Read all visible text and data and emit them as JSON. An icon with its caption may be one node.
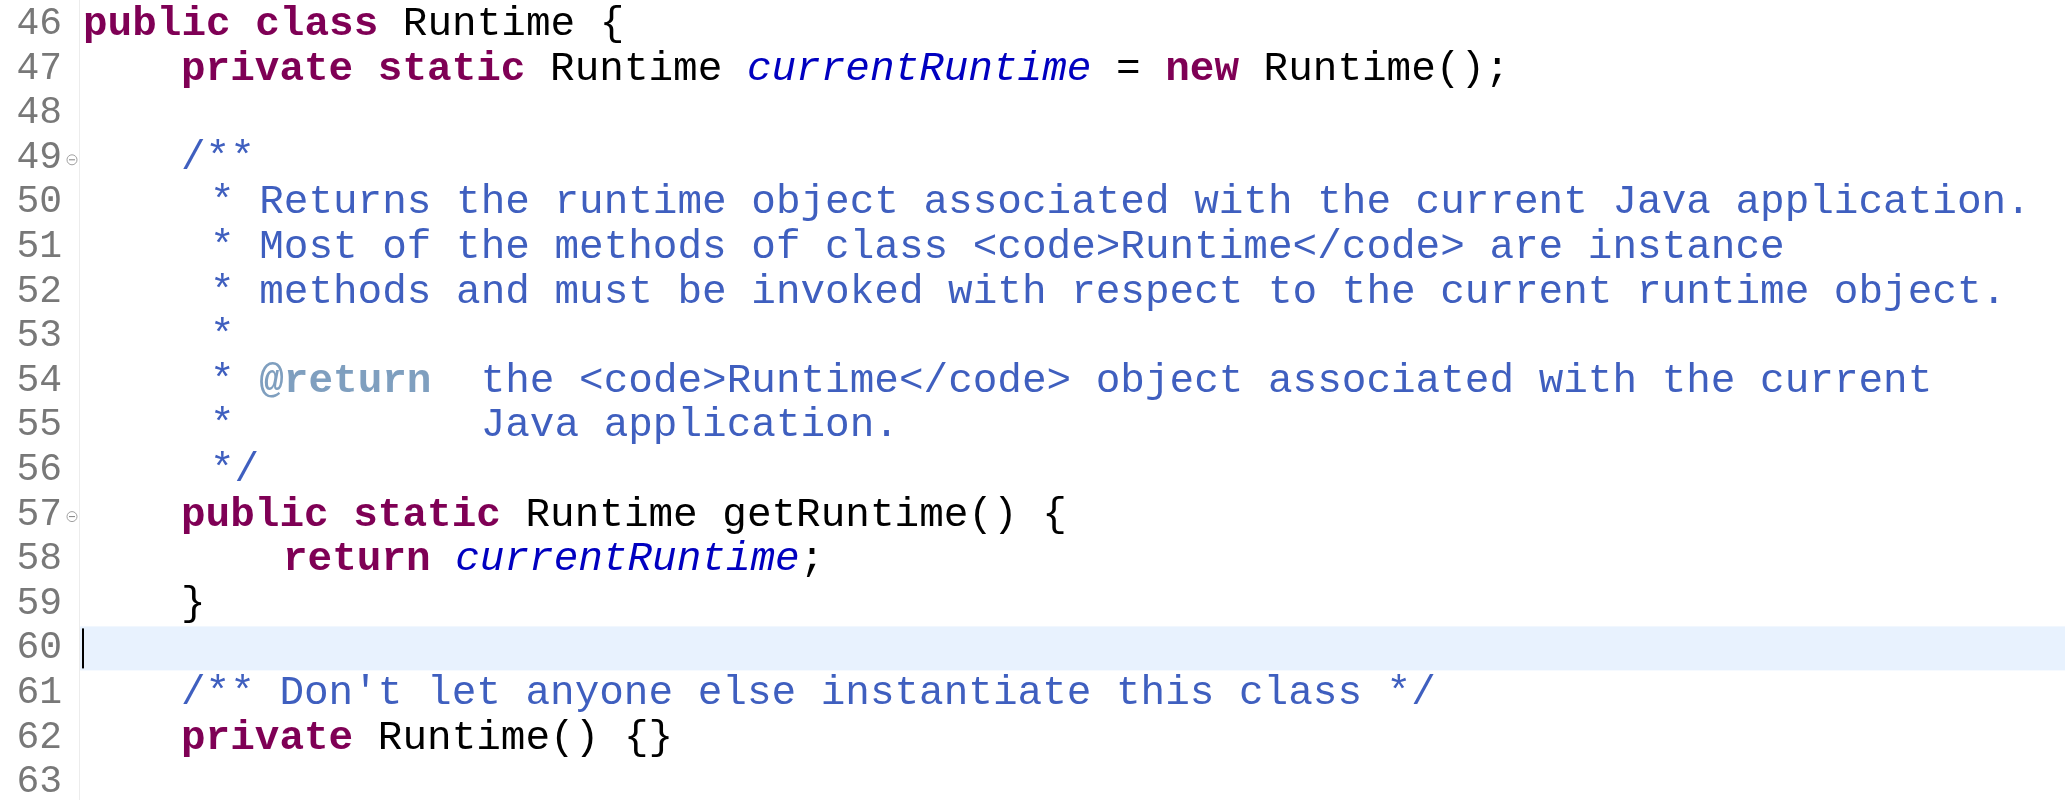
{
  "diagram": {
    "labels": [
      "46",
      "**public** **class** Runtime {",
      "47",
      "**private** **static** Runtime *currentRuntime* = **new** Runtime();",
      "48",
      "49",
      "/**",
      "50",
      "* Returns the runtime object associated with the current Java application.",
      "51",
      "* Most of the methods of class <code>Runtime</code> are instance",
      "52",
      "* methods and must be invoked with respect to the current runtime object.",
      "53",
      "*",
      "54",
      "* **@return**  the <code>Runtime</code> object associated with the current",
      "55",
      "*          Java application.",
      "56",
      "*/",
      "57",
      "**public** **static** Runtime getRuntime() {",
      "58",
      "**return** *currentRuntime*;",
      "59",
      "}",
      "60",
      "61",
      "/** Don't let anyone else instantiate this class */",
      "62",
      "**private** Runtime() {}",
      "63"
    ]
  }
}
